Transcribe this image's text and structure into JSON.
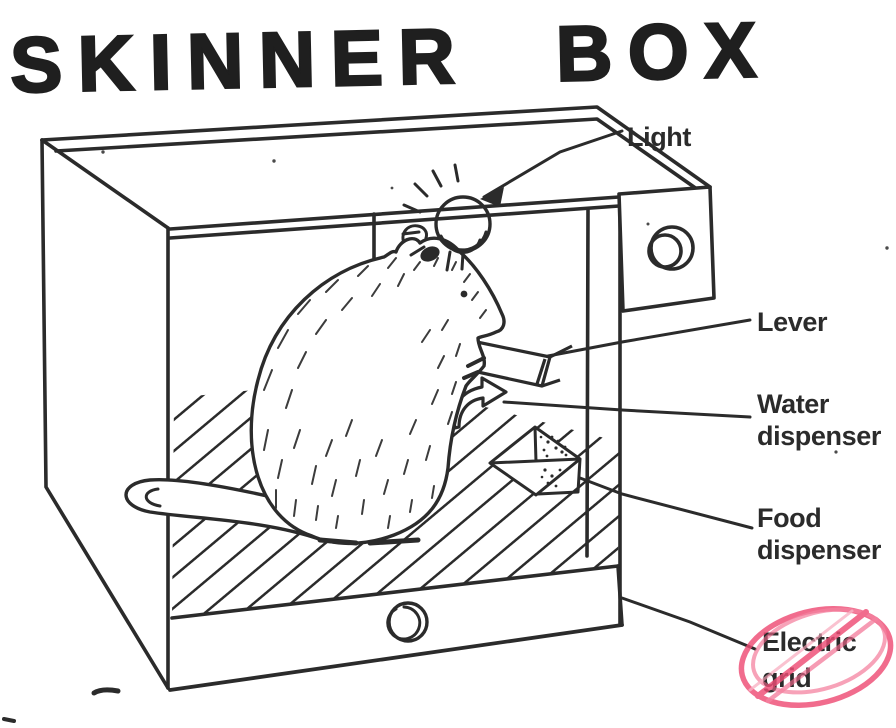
{
  "title": "SKINNER BOX",
  "labels": {
    "light": "Light",
    "lever": "Lever",
    "water_dispenser": {
      "line1": "Water",
      "line2": "dispenser"
    },
    "food_dispenser": {
      "line1": "Food",
      "line2": "dispenser"
    },
    "electric_grid": {
      "line1": "Electric",
      "line2": "grid"
    }
  },
  "highlight": {
    "target": "electric_grid",
    "shape": "hand-drawn pink ellipse with slash strokes",
    "color": "#ee4d75"
  },
  "colors": {
    "ink": "#2b2b2b",
    "paper": "#ffffff",
    "highlight_pink": "#ee4d75",
    "highlight_pink_light": "#f7a3b8"
  }
}
